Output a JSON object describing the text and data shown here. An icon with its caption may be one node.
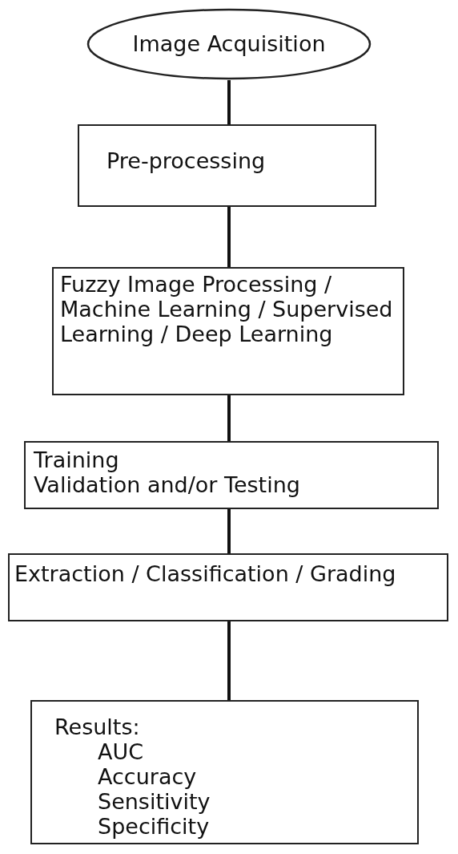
{
  "diagram": {
    "nodes": [
      {
        "text": [
          "Image Acquisition"
        ]
      },
      {
        "text": [
          "Pre-processing"
        ]
      },
      {
        "text": [
          "Fuzzy Image Processing / Machine Learning / Supervised Learning / Deep Learning"
        ]
      },
      {
        "text": [
          "Training",
          "Validation and/or Testing"
        ]
      },
      {
        "text": [
          "Extraction / Classification / Grading"
        ]
      },
      {
        "text": [
          "Results:",
          "AUC",
          "Accuracy",
          "Sensitivity",
          "Specificity"
        ]
      }
    ],
    "edges": [
      {
        "from": 0,
        "to": 1,
        "arrow": "none"
      },
      {
        "from": 1,
        "to": 2,
        "arrow": "none"
      },
      {
        "from": 2,
        "to": 3,
        "arrow": "none"
      },
      {
        "from": 3,
        "to": 4,
        "arrow": "none"
      },
      {
        "from": 4,
        "to": 5,
        "arrow": "none"
      }
    ]
  }
}
